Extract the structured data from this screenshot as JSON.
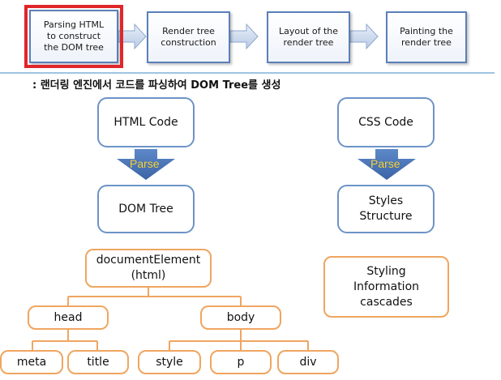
{
  "pipeline": {
    "stages": [
      "Parsing HTML\nto construct\nthe DOM tree",
      "Render tree\nconstruction",
      "Layout of the\nrender tree",
      "Painting the\nrender tree"
    ]
  },
  "caption": ": 랜더링 엔진에서 코드를 파싱하여 DOM Tree를 생성",
  "left_column": {
    "source": "HTML Code",
    "parse_label": "Parse",
    "result": "DOM Tree"
  },
  "right_column": {
    "source": "CSS Code",
    "parse_label": "Parse",
    "result": "Styles\nStructure",
    "cascade": "Styling\nInformation\ncascades"
  },
  "dom_tree": {
    "root": "documentElement\n(html)",
    "head": "head",
    "body": "body",
    "head_children": [
      "meta",
      "title"
    ],
    "body_children": [
      "style",
      "p",
      "div"
    ]
  },
  "colors": {
    "stage_border": "#5b7fb9",
    "highlight": "#e0262a",
    "blue_box": "#6d93c8",
    "orange_box": "#f0a560",
    "parse_arrow": "#4a74b8",
    "parse_text": "#f7d43a",
    "divider": "#7fb0d8"
  }
}
